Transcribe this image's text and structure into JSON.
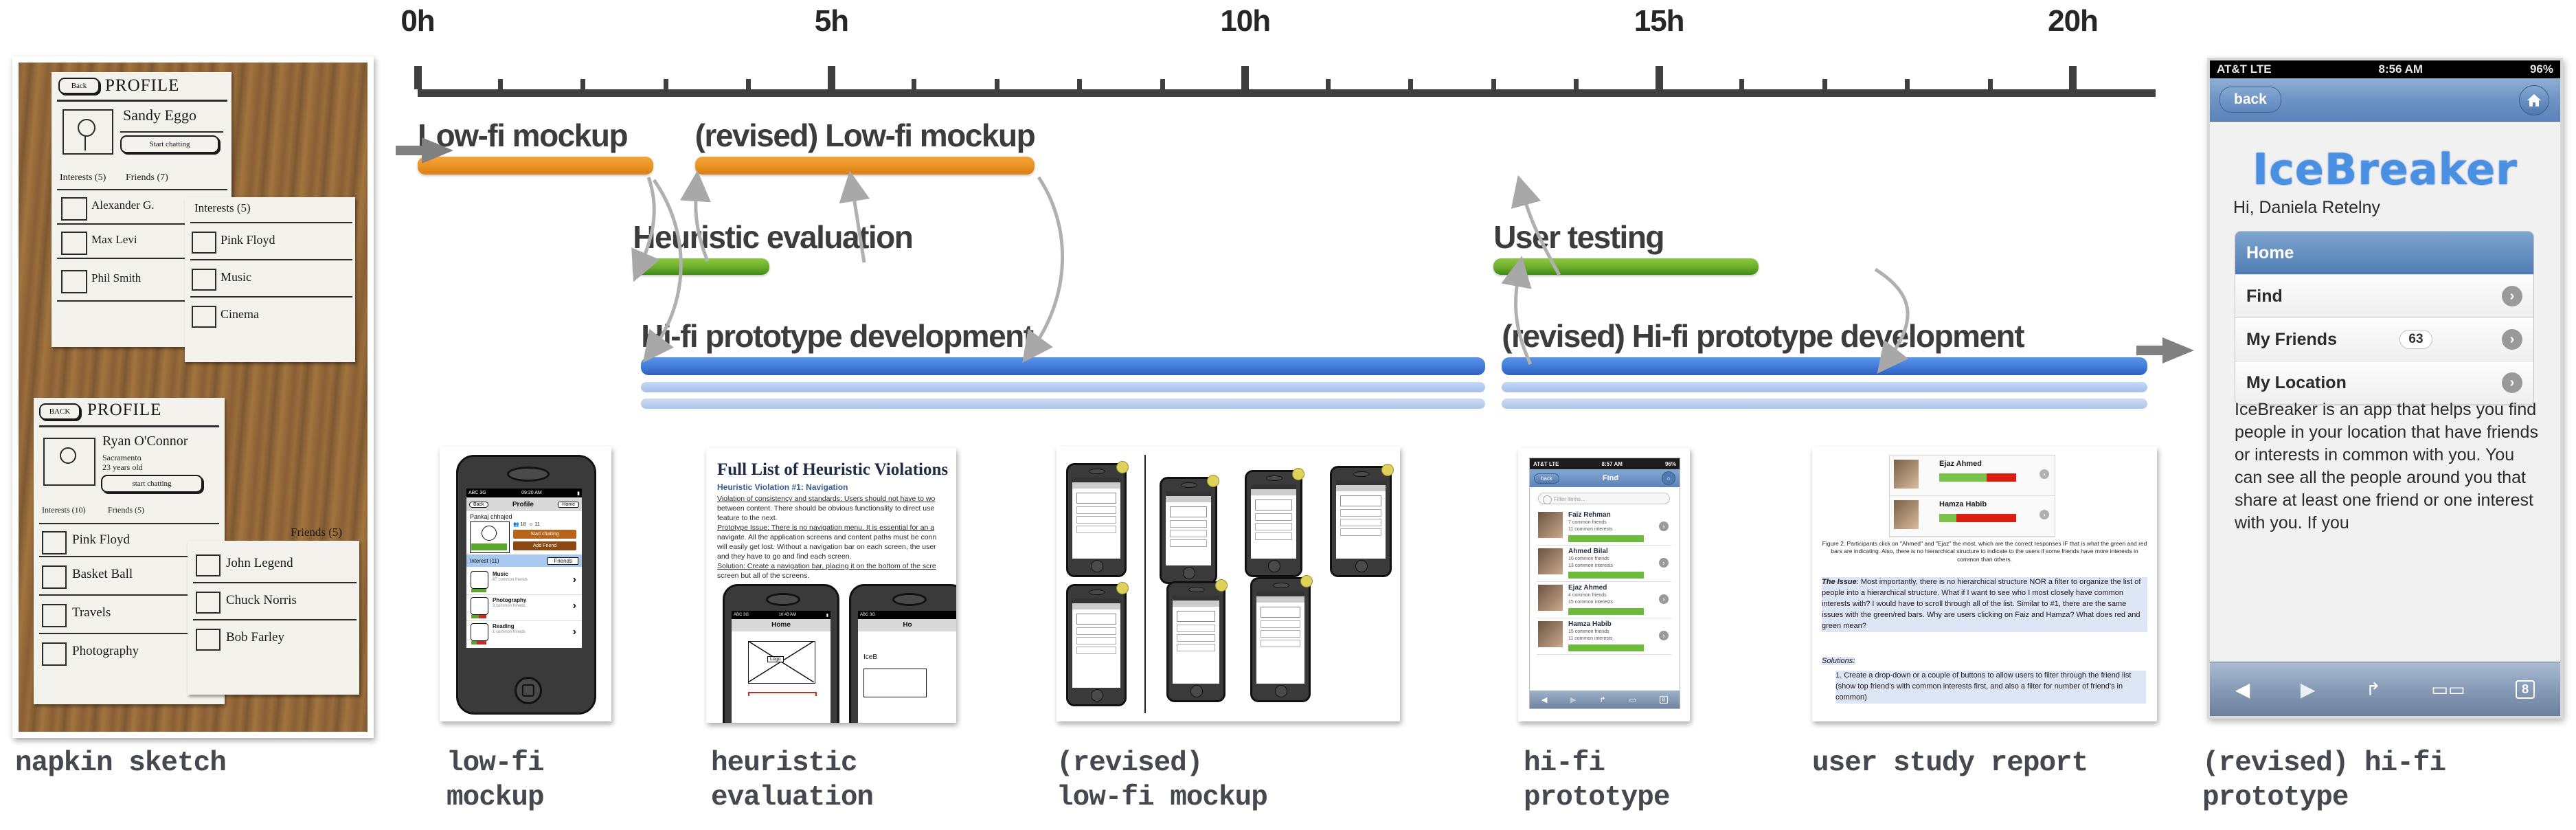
{
  "timeline": {
    "axis": {
      "unit": "h",
      "start": 0,
      "end": 21,
      "major_step": 5,
      "minor_step": 1,
      "tick_labels": [
        "0h",
        "5h",
        "10h",
        "15h",
        "20h"
      ],
      "tick_values": [
        0,
        5,
        10,
        15,
        20
      ]
    },
    "tasks": [
      {
        "label": "Low-fi mockup",
        "color": "#e28f20",
        "start": 0.0,
        "end": 2.85,
        "row": 0
      },
      {
        "label": "(revised) Low-fi mockup",
        "color": "#e28f20",
        "start": 3.35,
        "end": 7.45,
        "row": 0
      },
      {
        "label": "Heuristic evaluation",
        "color": "#6aa82b",
        "start": 2.6,
        "end": 4.25,
        "row": 1
      },
      {
        "label": "User testing",
        "color": "#6aa82b",
        "start": 13.0,
        "end": 16.2,
        "row": 1
      },
      {
        "label": "Hi-fi prototype development",
        "color": "#3f71cd",
        "start": 2.7,
        "end": 12.9,
        "row": 2
      },
      {
        "label": "(revised) Hi-fi prototype development",
        "color": "#3f71cd",
        "start": 13.1,
        "end": 20.9,
        "row": 2
      }
    ]
  },
  "artifacts": [
    {
      "caption": "napkin sketch",
      "kind": "photo-napkin"
    },
    {
      "caption": "low-fi\nmockup",
      "kind": "phone-lofi"
    },
    {
      "caption": "heuristic\nevaluation",
      "kind": "doc-heuristic"
    },
    {
      "caption": "(revised)\nlow-fi mockup",
      "kind": "board-revised"
    },
    {
      "caption": "hi-fi\nprototype",
      "kind": "phone-hifi"
    },
    {
      "caption": "user study report",
      "kind": "doc-study"
    },
    {
      "caption": "(revised) hi-fi\nprototype",
      "kind": "phone-ice"
    }
  ],
  "napkin": {
    "card1": {
      "back_button": "Back",
      "title": "PROFILE",
      "name": "Sandy Eggo",
      "chat_button": "Start chatting",
      "tabs": [
        "Interests (5)",
        "Friends (7)"
      ],
      "friends": [
        "Alexander G.",
        "Max Levi",
        "Phil Smith"
      ]
    },
    "card2": {
      "tab": "Interests (5)",
      "items": [
        "Pink Floyd",
        "Music",
        "Cinema"
      ]
    },
    "card3": {
      "back_button": "BACK",
      "title": "PROFILE",
      "name": "Ryan O'Connor",
      "sub1": "Sacramento",
      "sub2": "23 years old",
      "chat_button": "start chatting",
      "tabs": [
        "Interests (10)",
        "Friends (5)"
      ],
      "interests": [
        "Pink Floyd",
        "Basket Ball",
        "Travels",
        "Photography"
      ]
    },
    "card4": {
      "tab": "Friends (5)",
      "friends": [
        "John Legend",
        "Chuck Norris",
        "Bob Farley"
      ]
    }
  },
  "lofi_mockup": {
    "status_carrier": "ABC 3G",
    "status_time": "09:20 AM",
    "nav": {
      "back": "Back",
      "title": "Profile",
      "home": "Home"
    },
    "user_name": "Pankaj chhajed",
    "friends_count": "18",
    "interest_count": "11",
    "buttons": [
      "Start chatting",
      "Add Friend"
    ],
    "tabs": [
      "Interest (11)",
      "Friends"
    ],
    "rows": [
      {
        "title": "Music",
        "sub": "87 common friends"
      },
      {
        "title": "Photography",
        "sub": "3 common frineds"
      },
      {
        "title": "Reading",
        "sub": "1 common frineds"
      }
    ]
  },
  "heuristic_doc": {
    "title": "Full List of Heuristic Violations",
    "subtitle": "Heuristic Violation #1: Navigation",
    "paragraphs": [
      "Violation of consistency and standards: Users should not have to wo",
      "between content. There should be obvious functionality to direct use",
      "feature to the next.",
      "Prototype Issue: There is no navigation menu. It is essential for an a",
      "navigate. All the application screens and content paths must be conn",
      "will easily get lost. Without a navigation bar on each screen, the user",
      "and they have to go and find each screen.",
      "Solution: Create a navigation bar, placing it on the bottom of the scre",
      "screen but all of the screens."
    ],
    "phone_status": "ABC 3G",
    "phone_time": "10:43 AM",
    "phone_nav": "Home",
    "logo_placeholder": "Logo",
    "phone2_nav": "Ho",
    "phone2_text": "IceB"
  },
  "hifi_prototype": {
    "status_carrier": "AT&T LTE",
    "status_time": "8:57 AM",
    "status_battery": "96%",
    "nav": {
      "back": "back",
      "title": "Find"
    },
    "filter_placeholder": "Filter items...",
    "people": [
      {
        "name": "Faiz Rehman",
        "friends": "7 common friends",
        "interests": "11 common interests",
        "bar": 100
      },
      {
        "name": "Ahmed Bilal",
        "friends": "10 common friends",
        "interests": "13 common interests",
        "bar": 100
      },
      {
        "name": "Ejaz Ahmed",
        "friends": "4 common friends",
        "interests": "15 common interests",
        "bar": 100
      },
      {
        "name": "Hamza Habib",
        "friends": "15 common friends",
        "interests": "11 common interests",
        "bar": 100
      }
    ],
    "tab_count": "8"
  },
  "study_report": {
    "rows": [
      {
        "name": "Ejaz Ahmed",
        "green": 62,
        "red": 38
      },
      {
        "name": "Hamza Habib",
        "green": 22,
        "red": 78
      }
    ],
    "figure_caption": "Figure 2. Participants click on \"Ahmed\" and \"Ejaz\" the most, which are the correct responses IF that is what the green and red bars are indicating. Also, there is no hierarchical structure to indicate to the users if some friends have more interests in common than others.",
    "issue_label": "The Issue",
    "issue_text": ": Most importantly, there is no hierarchical structure NOR a filter to organize the list of people into a hierarchical structure. What if I want to see who I most closely have common interests with? I would have to scroll through all of the list. Similar to #1, there are the same issues with the green/red bars. Why are users clicking on Faiz and Hamza? What does red and green mean?",
    "solutions_label": "Solutions:",
    "solution_1": "1.  Create a drop-down or a couple of buttons to allow users to filter through the friend list (show top friend's with common interests first, and also a filter for number of friend's in common)"
  },
  "icebreaker": {
    "status_carrier": "AT&T  LTE",
    "status_time": "8:56 AM",
    "status_battery": "96%",
    "back_label": "back",
    "home_icon": "home-icon",
    "logo": "IceBreaker",
    "greeting": "Hi, Daniela Retelny",
    "menu": [
      {
        "label": "Home",
        "badge": "",
        "selected": true
      },
      {
        "label": "Find",
        "badge": "",
        "selected": false
      },
      {
        "label": "My Friends",
        "badge": "63",
        "selected": false
      },
      {
        "label": "My Location",
        "badge": "",
        "selected": false
      }
    ],
    "description": "IceBreaker is an app that helps you find people in your location that have friends or interests in common with you. You can see all the people around you that share at least one friend or one interest with you. If you",
    "toolbar_tabs": "8"
  },
  "colors": {
    "orange": "#e28f20",
    "green": "#6aa82b",
    "blue_dark": "#3f71cd",
    "blue_light": "#b3cbee",
    "axis": "#3f3f3f",
    "text": "#3c3c3c",
    "arrow_gray": "#a6a6a6"
  }
}
